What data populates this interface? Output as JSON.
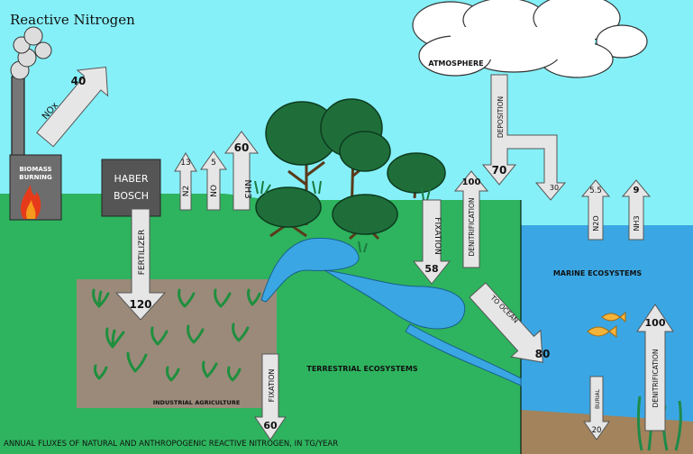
{
  "title": "Reactive Nitrogen",
  "caption": "ANNUAL FLUXES OF NATURAL AND ANTHROPOGENIC REACTIVE NITROGEN, IN TG/YEAR",
  "regions": {
    "atmosphere": "ATMOSPHERE",
    "marine": "MARINE ECOSYSTEMS",
    "terrestrial": "TERRESTRIAL ECOSYSTEMS",
    "agriculture": "INDUSTRIAL AGRICULTURE"
  },
  "sources": {
    "biomass": [
      "BIOMASS",
      "BURNING"
    ],
    "haber": [
      "HABER",
      "BOSCH"
    ]
  },
  "fluxes": {
    "nox": {
      "label": "NOx",
      "value": "40"
    },
    "n2": {
      "label": "N2",
      "value": "13"
    },
    "no": {
      "label": "NO",
      "value": "5"
    },
    "nh3_land": {
      "label": "NH3",
      "value": "60"
    },
    "fertilizer": {
      "label": "FERTILIZER",
      "value": "120"
    },
    "fixation_ag": {
      "label": "FIXATION",
      "value": "60"
    },
    "fixation_land": {
      "label": "FIXATION",
      "value": "58"
    },
    "denit_land": {
      "label": "DENITRIFICATION",
      "value": "100"
    },
    "deposition": {
      "label": "DEPOSITION",
      "value": "70"
    },
    "deposition_ocean": {
      "value": "30"
    },
    "n2o_ocean": {
      "label": "N2O",
      "value": "5.5"
    },
    "nh3_ocean": {
      "label": "NH3",
      "value": "9"
    },
    "to_ocean": {
      "label": "TO OCEAN",
      "value": "80"
    },
    "burial": {
      "label": "BURIAL",
      "value": "20"
    },
    "denit_ocean": {
      "label": "DENITRIFICATION",
      "value": "100"
    }
  },
  "colors": {
    "sky": "#86f0f8",
    "land": "#2eb45e",
    "ocean": "#3aa7e4",
    "soil": "#9b8a7a",
    "seabed": "#a3835b",
    "arrow": "#e6e6e6"
  }
}
